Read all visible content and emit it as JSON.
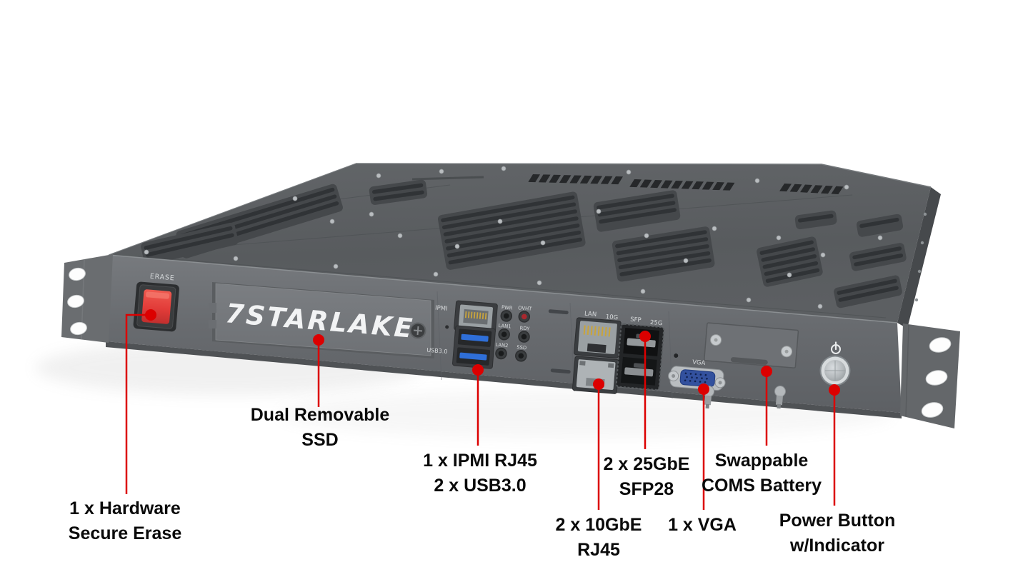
{
  "figure": {
    "type": "product-callout-diagram",
    "product": "1U rackmount server front panel",
    "brand_logo": "7STARLAKE",
    "panel_labels": {
      "erase": "ERASE",
      "ipmi": "IPMI",
      "usb": "USB3.0",
      "leds": [
        "PWR",
        "OVHT",
        "LAN1",
        "RDY",
        "LAN2",
        "SSD"
      ],
      "lan_left": "LAN",
      "lan_right": "10G",
      "sfp_left": "SFP",
      "sfp_right": "25G",
      "vga": "VGA"
    },
    "callouts": [
      {
        "id": "secure-erase",
        "lines": [
          "1 x Hardware",
          "Secure Erase"
        ]
      },
      {
        "id": "dual-ssd",
        "lines": [
          "Dual Removable",
          "SSD"
        ]
      },
      {
        "id": "ipmi-usb",
        "lines": [
          "1 x IPMI RJ45",
          "2 x USB3.0"
        ]
      },
      {
        "id": "10gbe-rj45",
        "lines": [
          "2 x 10GbE",
          "RJ45"
        ]
      },
      {
        "id": "25gbe-sfp28",
        "lines": [
          "2 x 25GbE",
          "SFP28"
        ]
      },
      {
        "id": "vga",
        "lines": [
          "1 x VGA"
        ]
      },
      {
        "id": "coms-battery",
        "lines": [
          "Swappable",
          "COMS Battery"
        ]
      },
      {
        "id": "power-button",
        "lines": [
          "Power Button",
          "w/Indicator"
        ]
      }
    ],
    "colors": {
      "callout_line": "#dc0000",
      "callout_text": "#0a0a0a",
      "chassis_top": "#595c5f",
      "chassis_front": "#6b6e72",
      "erase_button_red": "#e5413e",
      "usb_tongue_blue": "#2f6fd8",
      "vga_blue": "#33519e",
      "ovht_led_red": "#a8282e"
    }
  }
}
